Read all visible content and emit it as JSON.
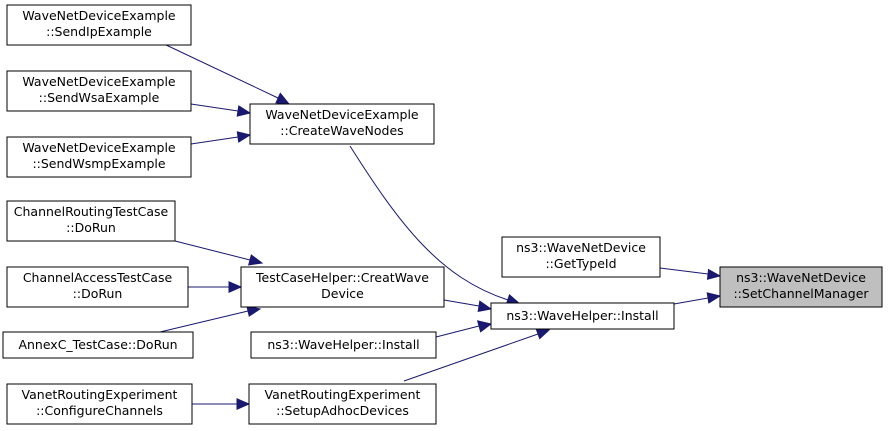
{
  "graph": {
    "nodes": {
      "root": [
        "ns3::WaveNetDevice",
        "::SetChannelManager"
      ],
      "gettypeid": [
        "ns3::WaveNetDevice",
        "::GetTypeId"
      ],
      "install": [
        "ns3::WaveHelper::Install"
      ],
      "install2": [
        "ns3::WaveHelper::Install"
      ],
      "creatwave": [
        "TestCaseHelper::CreatWave",
        "Device"
      ],
      "createwavenodes": [
        "WaveNetDeviceExample",
        "::CreateWaveNodes"
      ],
      "setupadhoc": [
        "VanetRoutingExperiment",
        "::SetupAdhocDevices"
      ],
      "sendip": [
        "WaveNetDeviceExample",
        "::SendIpExample"
      ],
      "sendwsa": [
        "WaveNetDeviceExample",
        "::SendWsaExample"
      ],
      "sendwsmp": [
        "WaveNetDeviceExample",
        "::SendWsmpExample"
      ],
      "channelrouting": [
        "ChannelRoutingTestCase",
        "::DoRun"
      ],
      "channelaccess": [
        "ChannelAccessTestCase",
        "::DoRun"
      ],
      "annexc": [
        "AnnexC_TestCase::DoRun"
      ],
      "configchannels": [
        "VanetRoutingExperiment",
        "::ConfigureChannels"
      ]
    }
  }
}
